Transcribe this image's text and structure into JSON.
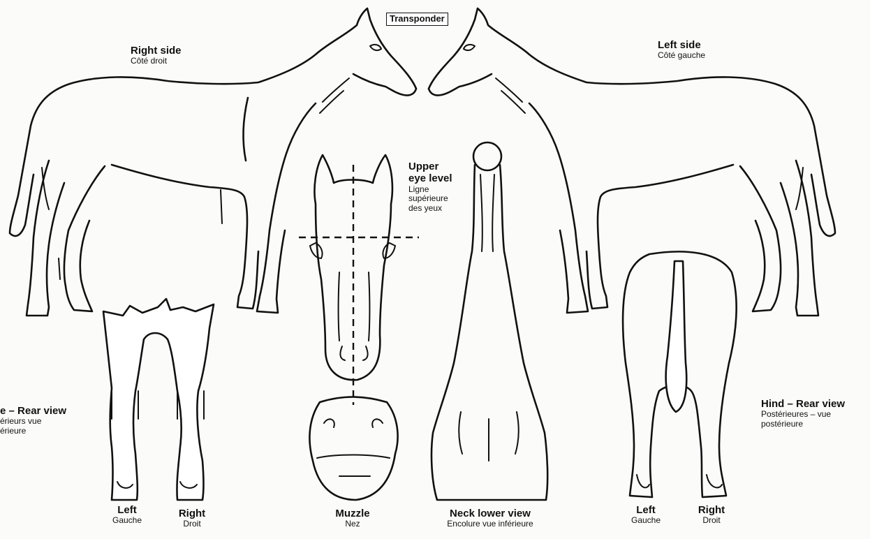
{
  "transponder": "Transponder",
  "right_side": {
    "title": "Right side",
    "subtitle": "Côté droit"
  },
  "left_side": {
    "title": "Left side",
    "subtitle": "Côté gauche"
  },
  "eye_level": {
    "line1": "Upper",
    "line2": "eye level",
    "fr1": "Ligne",
    "fr2": "supérieure",
    "fr3": "des yeux"
  },
  "fore_rear": {
    "title": "e – Rear view",
    "fr1": "érieurs vue",
    "fr2": "érieure"
  },
  "hind_rear": {
    "title": "Hind – Rear view",
    "fr1": "Postérieures – vue",
    "fr2": "postérieure"
  },
  "fore_left": {
    "en": "Left",
    "fr": "Gauche"
  },
  "fore_right": {
    "en": "Right",
    "fr": "Droit"
  },
  "muzzle": {
    "en": "Muzzle",
    "fr": "Nez"
  },
  "neck": {
    "en": "Neck lower view",
    "fr": "Encolure vue inférieure"
  },
  "hind_left": {
    "en": "Left",
    "fr": "Gauche"
  },
  "hind_right": {
    "en": "Right",
    "fr": "Droit"
  }
}
